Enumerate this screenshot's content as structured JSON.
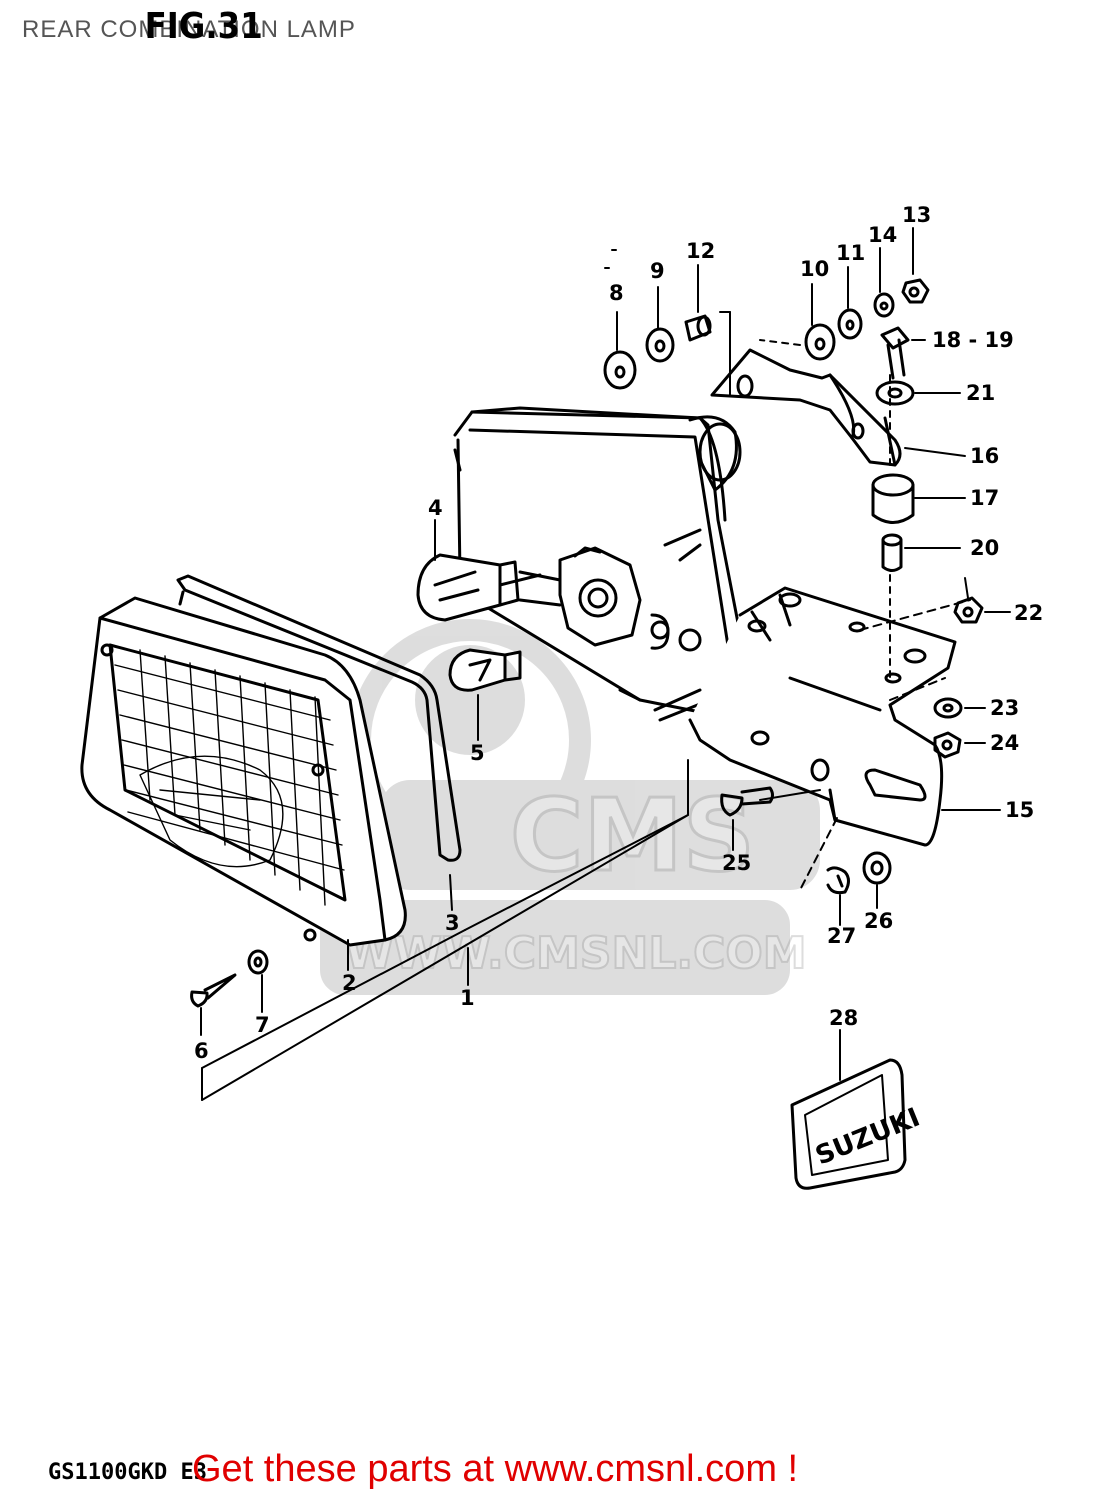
{
  "header": {
    "title": "REAR COMBINATION LAMP",
    "figure": "FIG.31"
  },
  "callouts": [
    "1",
    "2",
    "3",
    "4",
    "5",
    "6",
    "7",
    "8",
    "9",
    "10",
    "11",
    "12",
    "13",
    "14",
    "15",
    "16",
    "17",
    "18 - 19",
    "20",
    "21",
    "22",
    "23",
    "24",
    "25",
    "26",
    "27",
    "28"
  ],
  "watermark": {
    "logo": "CMS",
    "url": "WWW.CMSNL.COM"
  },
  "badge_text": "SUZUKI",
  "model_code": "GS1100GKD E3",
  "footer": {
    "text": "Get these parts at www.cmsnl.com !",
    "color": "#e00000"
  }
}
